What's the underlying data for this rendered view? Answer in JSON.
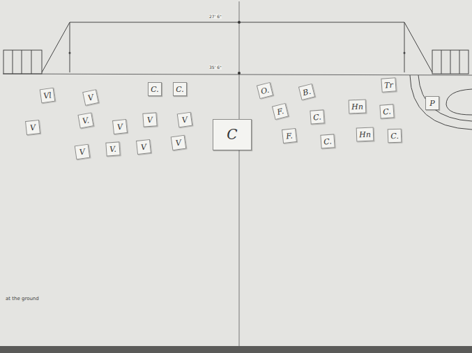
{
  "diagram": {
    "nodes": [
      {
        "text": [
          "Vl"
        ]
      },
      {
        "text": [
          "V"
        ]
      },
      {
        "text": [
          "C."
        ]
      },
      {
        "text": [
          "C."
        ]
      },
      {
        "text": [
          "V"
        ]
      },
      {
        "text": [
          "V."
        ]
      },
      {
        "text": [
          "V"
        ]
      },
      {
        "text": [
          "V"
        ]
      },
      {
        "text": [
          "V"
        ]
      },
      {
        "text": [
          "V"
        ]
      },
      {
        "text": [
          "V."
        ]
      },
      {
        "text": [
          "V"
        ]
      },
      {
        "text": [
          "V"
        ]
      },
      {
        "text": [
          "C"
        ]
      },
      {
        "text": [
          "O."
        ]
      },
      {
        "text": [
          "B."
        ]
      },
      {
        "text": [
          "Tr"
        ]
      },
      {
        "text": [
          "F."
        ]
      },
      {
        "text": [
          "Hn"
        ]
      },
      {
        "text": [
          "C."
        ]
      },
      {
        "text": [
          "C."
        ]
      },
      {
        "text": [
          "F."
        ]
      },
      {
        "text": [
          "C."
        ]
      },
      {
        "text": [
          "Hn"
        ]
      },
      {
        "text": [
          "C."
        ]
      },
      {
        "text": [
          "P"
        ]
      }
    ],
    "labels": [
      "27' 6\"",
      "35' 6\"",
      "at the ground"
    ]
  }
}
